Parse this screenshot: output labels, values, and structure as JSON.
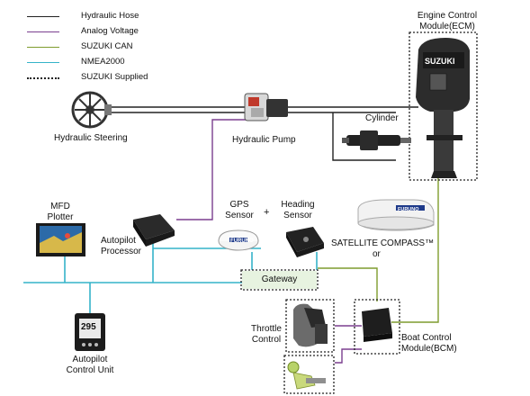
{
  "legend": [
    {
      "label": "Hydraulic Hose",
      "color": "#222222",
      "style": "solid"
    },
    {
      "label": "Analog Voltage",
      "color": "#7b3f8f",
      "style": "solid"
    },
    {
      "label": "SUZUKI CAN",
      "color": "#7f9c2e",
      "style": "solid"
    },
    {
      "label": "NMEA2000",
      "color": "#35b3c9",
      "style": "solid"
    },
    {
      "label": "SUZUKI Supplied",
      "color": "#222222",
      "style": "dotted"
    }
  ],
  "labels": {
    "ecm": [
      "Engine Control",
      "Module(ECM)"
    ],
    "cylinder": "Cylinder",
    "hydraulic_steering": "Hydraulic Steering",
    "hydraulic_pump": "Hydraulic Pump",
    "mfd": [
      "MFD",
      "Plotter"
    ],
    "autopilot_processor": [
      "Autopilot",
      "Processor"
    ],
    "gps_sensor": [
      "GPS",
      "Sensor"
    ],
    "plus": "+",
    "heading_sensor": [
      "Heading",
      "Sensor"
    ],
    "satellite_compass": "SATELLITE COMPASS™",
    "or": "or",
    "gateway": "Gateway",
    "throttle_control": [
      "Throttle",
      "Control"
    ],
    "bcm": [
      "Boat Control",
      "Module(BCM)"
    ],
    "autopilot_control_unit": [
      "Autopilot",
      "Control Unit"
    ],
    "engine_brand": "SUZUKI",
    "gps_brand": "FURUNO",
    "compass_brand": "FURUNO",
    "control_unit_reading": "295"
  }
}
